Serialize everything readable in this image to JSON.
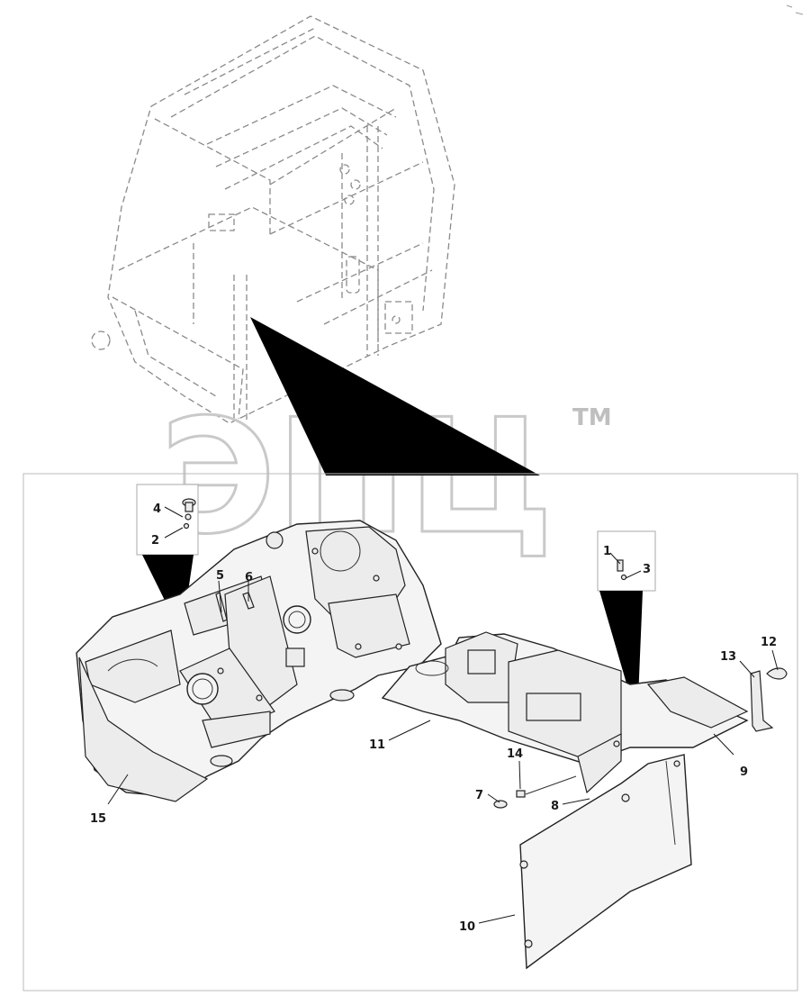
{
  "watermark": {
    "text": "ЭПЦ",
    "trademark": "TM"
  },
  "callouts": [
    {
      "id": "1",
      "label": "1"
    },
    {
      "id": "2",
      "label": "2"
    },
    {
      "id": "3",
      "label": "3"
    },
    {
      "id": "4",
      "label": "4"
    },
    {
      "id": "5",
      "label": "5"
    },
    {
      "id": "6",
      "label": "6"
    },
    {
      "id": "7",
      "label": "7"
    },
    {
      "id": "8",
      "label": "8"
    },
    {
      "id": "9",
      "label": "9"
    },
    {
      "id": "10",
      "label": "10"
    },
    {
      "id": "11",
      "label": "11"
    },
    {
      "id": "12",
      "label": "12"
    },
    {
      "id": "13",
      "label": "13"
    },
    {
      "id": "14",
      "label": "14"
    },
    {
      "id": "15",
      "label": "15"
    }
  ]
}
